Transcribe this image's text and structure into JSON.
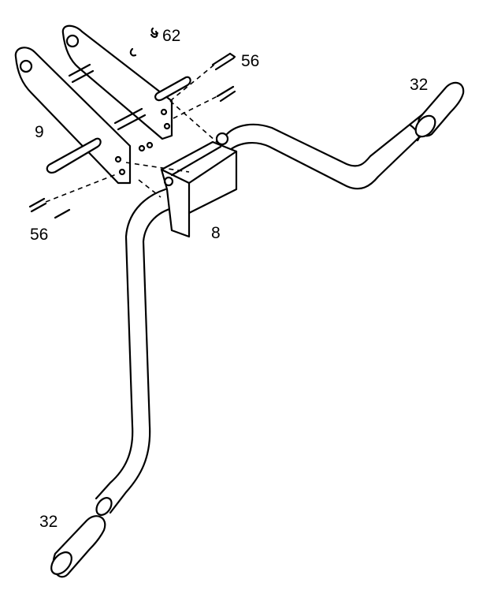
{
  "callouts": {
    "part_62": "62",
    "part_56_top": "56",
    "part_56_bottom": "56",
    "part_9": "9",
    "part_8": "8",
    "part_32_right": "32",
    "part_32_left": "32"
  },
  "colors": {
    "line": "#000000",
    "background": "#ffffff"
  }
}
